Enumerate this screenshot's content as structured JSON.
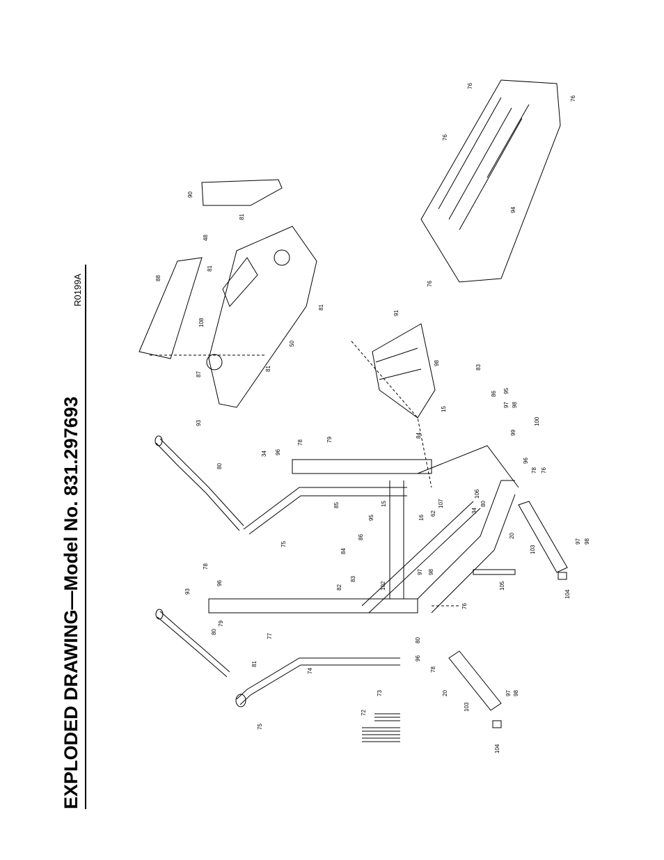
{
  "title": "EXPLODED DRAWING—Model No. 831.297693",
  "drawing_code": "R0199A",
  "part_labels": [
    {
      "id": "p1",
      "text": "93"
    },
    {
      "id": "p2",
      "text": "78"
    },
    {
      "id": "p3",
      "text": "96"
    },
    {
      "id": "p4",
      "text": "80"
    },
    {
      "id": "p5",
      "text": "79"
    },
    {
      "id": "p6",
      "text": "77"
    },
    {
      "id": "p7",
      "text": "81"
    },
    {
      "id": "p8",
      "text": "74"
    },
    {
      "id": "p9",
      "text": "75"
    },
    {
      "id": "p10",
      "text": "72"
    },
    {
      "id": "p11",
      "text": "73"
    },
    {
      "id": "p12",
      "text": "104"
    },
    {
      "id": "p13",
      "text": "103"
    },
    {
      "id": "p14",
      "text": "20"
    },
    {
      "id": "p15",
      "text": "97"
    },
    {
      "id": "p16",
      "text": "98"
    },
    {
      "id": "p17",
      "text": "96"
    },
    {
      "id": "p18",
      "text": "78"
    },
    {
      "id": "p19",
      "text": "80"
    },
    {
      "id": "p20",
      "text": "76"
    },
    {
      "id": "p21",
      "text": "82"
    },
    {
      "id": "p22",
      "text": "75"
    },
    {
      "id": "p23",
      "text": "83"
    },
    {
      "id": "p24",
      "text": "84"
    },
    {
      "id": "p25",
      "text": "102"
    },
    {
      "id": "p26",
      "text": "86"
    },
    {
      "id": "p27",
      "text": "95"
    },
    {
      "id": "p28",
      "text": "15"
    },
    {
      "id": "p29",
      "text": "97"
    },
    {
      "id": "p30",
      "text": "98"
    },
    {
      "id": "p31",
      "text": "16"
    },
    {
      "id": "p32",
      "text": "62"
    },
    {
      "id": "p33",
      "text": "107"
    },
    {
      "id": "p34",
      "text": "34"
    },
    {
      "id": "p35",
      "text": "80"
    },
    {
      "id": "p36",
      "text": "106"
    },
    {
      "id": "p37",
      "text": "105"
    },
    {
      "id": "p38",
      "text": "104"
    },
    {
      "id": "p39",
      "text": "103"
    },
    {
      "id": "p40",
      "text": "20"
    },
    {
      "id": "p41",
      "text": "97"
    },
    {
      "id": "p42",
      "text": "98"
    },
    {
      "id": "p43",
      "text": "85"
    },
    {
      "id": "p44",
      "text": "93"
    },
    {
      "id": "p45",
      "text": "80"
    },
    {
      "id": "p46",
      "text": "34"
    },
    {
      "id": "p47",
      "text": "96"
    },
    {
      "id": "p48",
      "text": "78"
    },
    {
      "id": "p49",
      "text": "79"
    },
    {
      "id": "p50",
      "text": "84"
    },
    {
      "id": "p51",
      "text": "83"
    },
    {
      "id": "p52",
      "text": "86"
    },
    {
      "id": "p53",
      "text": "97"
    },
    {
      "id": "p54",
      "text": "95"
    },
    {
      "id": "p55",
      "text": "98"
    },
    {
      "id": "p56",
      "text": "100"
    },
    {
      "id": "p57",
      "text": "99"
    },
    {
      "id": "p58",
      "text": "96"
    },
    {
      "id": "p59",
      "text": "78"
    },
    {
      "id": "p60",
      "text": "76"
    },
    {
      "id": "p61",
      "text": "15"
    },
    {
      "id": "p62",
      "text": "98"
    },
    {
      "id": "p63",
      "text": "91"
    },
    {
      "id": "p64",
      "text": "87"
    },
    {
      "id": "p65",
      "text": "108"
    },
    {
      "id": "p66",
      "text": "88"
    },
    {
      "id": "p67",
      "text": "81"
    },
    {
      "id": "p68",
      "text": "48"
    },
    {
      "id": "p69",
      "text": "81"
    },
    {
      "id": "p70",
      "text": "81"
    },
    {
      "id": "p71",
      "text": "50"
    },
    {
      "id": "p72",
      "text": "81"
    },
    {
      "id": "p73",
      "text": "90"
    },
    {
      "id": "p74",
      "text": "76"
    },
    {
      "id": "p75",
      "text": "94"
    },
    {
      "id": "p76",
      "text": "76"
    },
    {
      "id": "p77",
      "text": "76"
    },
    {
      "id": "p78",
      "text": "76"
    }
  ]
}
